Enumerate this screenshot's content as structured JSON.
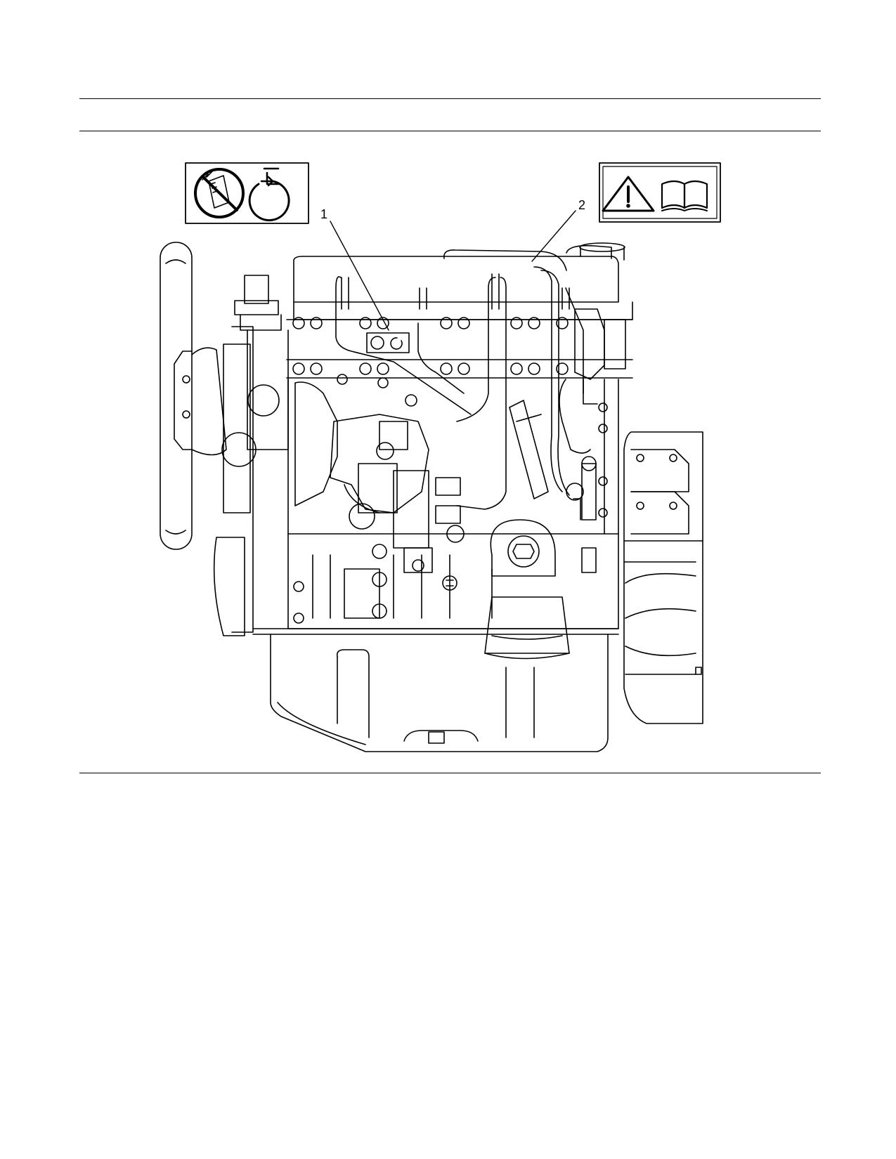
{
  "figure": {
    "callouts": [
      {
        "number": "1",
        "label_icon": "no-touch-hot-surface-and-start-icon"
      },
      {
        "number": "2",
        "label_icon": "warning-read-manual-icon"
      }
    ],
    "decals": [
      {
        "name": "decal-1",
        "icons": [
          "no-hand-prohibition-icon",
          "engine-start-icon"
        ]
      },
      {
        "name": "decal-2",
        "icons": [
          "warning-triangle-icon",
          "open-book-icon"
        ]
      }
    ],
    "line_color": "#000000"
  }
}
